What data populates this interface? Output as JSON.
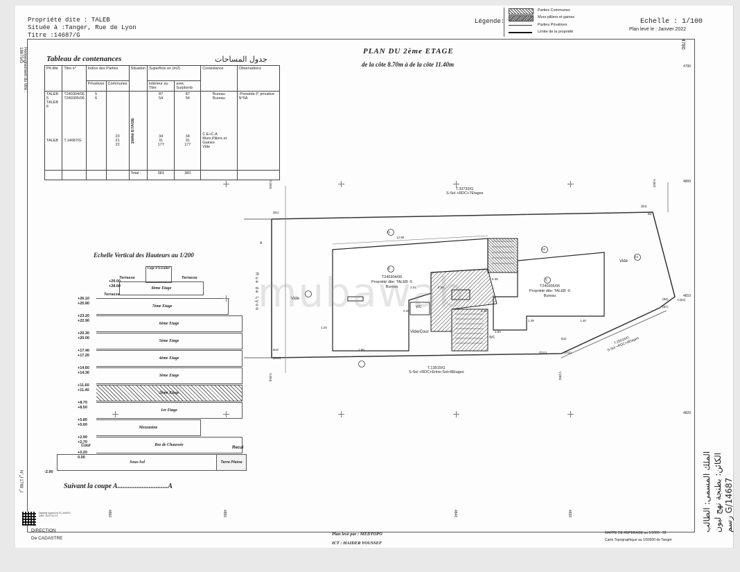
{
  "header": {
    "propriete": "Propriété dite : TALEB",
    "situee": "Située à :Tanger, Rue de Lyon",
    "titre": "Titre :14687/G"
  },
  "legend": {
    "label": "Légende:",
    "items": [
      "Parties Communes",
      "Murs pilliers et gaines",
      "Parties Privatives",
      "Limite de la propriété"
    ]
  },
  "scale": {
    "echelle": "Echelle : 1/100",
    "plan_leve": "Plan levé le : Janvier 2022"
  },
  "plan": {
    "title": "PLAN DU 2ème ETAGE",
    "subtitle": "de la côte 8.70m  à  de la côte 11.40m",
    "north_top": "T.33733/G",
    "north_top_sub": "S-Sol +RDC+7Etages",
    "south_bottom": "T.13915/G",
    "south_bottom_sub": "S-Sol +RDC+Entre-Sol+8Etages",
    "east": "T.15616/G",
    "east_sub": "S-Sol +RDC+6Etages",
    "street": "Rue de Lyon",
    "unit5_title": "T240304/06",
    "unit5_prop": "Propriété dite: TALEB -5",
    "unit5_use": "Bureau",
    "unit6_title": "T240305/06",
    "unit6_prop": "Propriété dite: TALEB -6",
    "unit6_use": "Bureau",
    "vide": "Vide",
    "vide_cour": "Vide/Cour",
    "wc": "WC",
    "circle_5": "5",
    "circle_6": "6",
    "circle_21": "21",
    "circle_22": "22",
    "circle_23": "23",
    "label_a": "A",
    "coord_4790": "4790",
    "coord_4800": "4800",
    "coord_4810": "4810",
    "coord_4820": "4820",
    "coord_4780": "4780",
    "b_labels": [
      "(B1)",
      "(B4)",
      "B4",
      "(B5)",
      "B10",
      "(B10)",
      "B11",
      "(D11)",
      "(D11)",
      "(B6)",
      "(B7)",
      "B11",
      "V.(B2)",
      "V.(B3)",
      "V.(B2)",
      "V.(B4)",
      "V.(B5)"
    ],
    "dims": [
      "12.90",
      "1.20",
      "2.51",
      "2.55",
      "5.35",
      "1.98",
      "1.60",
      "1.45",
      "2.26",
      "1.39",
      "1.40"
    ]
  },
  "contenances": {
    "title": "Tableau de contenances",
    "title_ar": "جدول المساحات",
    "headers": {
      "ptt": "Ptt dite",
      "titre": "Titre n°",
      "indice": "Indice des Parties",
      "privatives": "Privatives",
      "communes": "Communes",
      "situation": "Situation",
      "superficie": "Superficie en (m2)",
      "interieur": "intérieur au Titre",
      "avec": "avec Surplomb",
      "consistance": "Consistance",
      "observations": "Observations"
    },
    "rows": [
      {
        "ptt": "TALEB 5",
        "titre": "T240304/06",
        "priv": "5",
        "com": "",
        "s1": "87",
        "s2": "87",
        "cons": "Bureau",
        "obs": "-Possède P. privative N°5A"
      },
      {
        "ptt": "TALEB 6",
        "titre": "T240305/06",
        "priv": "6",
        "com": "",
        "s1": "54",
        "s2": "54",
        "cons": "Bureau",
        "obs": ""
      },
      {
        "ptt": "TALEB",
        "titre": "T.14687/G",
        "priv": "",
        "com": "20\n21\n22",
        "s1": "34\n31\n177",
        "s2": "34\n31\n177",
        "cons": "C.E+C.A\nMurs,Piliers et Gaines\nVide",
        "obs": ""
      }
    ],
    "situation_value": "2ème ETAGE",
    "total_label": "Total :",
    "total_s1": "383",
    "total_s2": "383"
  },
  "elevation": {
    "title": "Echelle Vertical des Hauteurs au 1/200",
    "floors": [
      "Cage d'Escalier",
      "Terrasse",
      "Terrasse",
      "8ème Etage",
      "Terrasse",
      "7ème Etage",
      "6ème Etage",
      "5ème Etage",
      "4ème Etage",
      "3ème Etage",
      "2ème Etage",
      "1er Etage",
      "Mezzanine",
      "Rez de Chaussée",
      "Sous-Sol",
      "Terre Pleine"
    ],
    "levels": [
      "+29.00",
      "+28.60",
      "+26.10",
      "+25.80",
      "+23.20",
      "+22.90",
      "+20.30",
      "+20.00",
      "+17.40",
      "+17.20",
      "+14.60",
      "+14.30",
      "+11.60",
      "+11.40",
      "+8.70",
      "+8.50",
      "+5.80",
      "+5.60",
      "+2.90",
      "+2.70",
      "+0.20",
      "0.00",
      "-2.90"
    ],
    "cour": "Cour",
    "recul": "Recul",
    "coupe": "Suivant la coupe A.............................A"
  },
  "footer": {
    "direction": "DIRECTION",
    "cadastre": "De CADASTRE",
    "leve_par": "Plan levé par : MEDTOPO",
    "ict": "ICT : HAIDER YOUSSEF",
    "mappe": "MAPPE DE REPERAGE au 1/1000 : 28",
    "carte": "Carte  Topographique au 1/50000 de Tanger",
    "coords_bottom": [
      "4860",
      "4850",
      "4840",
      "4830"
    ],
    "signed": "Digitally signed by EL MAHDI\nDate: 2022.03.24"
  },
  "side": {
    "left_vertical": "Renseignement du titre : 18675/G",
    "left_small": "N°ار 1789 ل",
    "arabic_right_1": "الملك المسمى: الطالب",
    "arabic_right_2": "الكائن: بطنجة نهج ليون",
    "arabic_right_3": "رسم G/14687"
  },
  "watermark": "mubawab"
}
